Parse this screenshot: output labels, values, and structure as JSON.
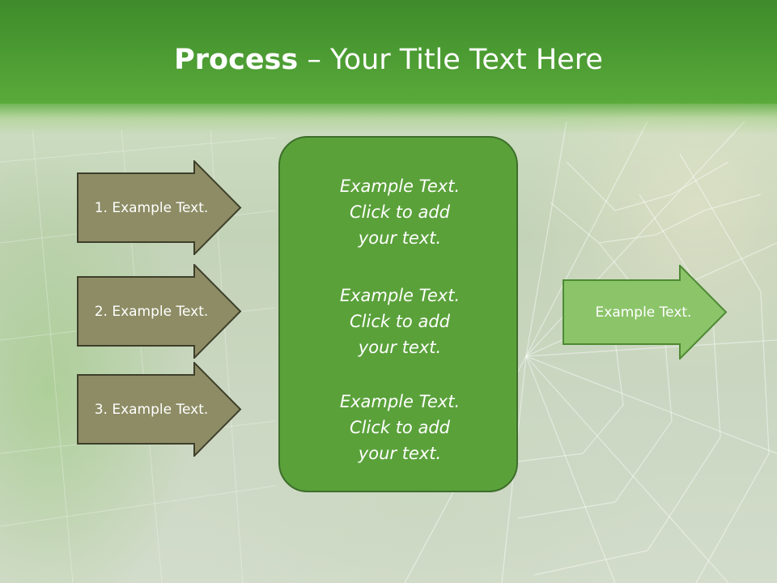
{
  "slide": {
    "title_bold": "Process",
    "title_rest": " – Your Title Text Here"
  },
  "inputs": [
    {
      "label": "1. Example Text."
    },
    {
      "label": "2. Example Text."
    },
    {
      "label": "3. Example Text."
    }
  ],
  "center": {
    "blocks": [
      {
        "line1": "Example Text.",
        "line2": "Click  to add",
        "line3": "your text."
      },
      {
        "line1": "Example Text.",
        "line2": "Click  to add",
        "line3": "your text."
      },
      {
        "line1": "Example Text.",
        "line2": "Click  to add",
        "line3": "your text."
      }
    ]
  },
  "output": {
    "label": "Example Text."
  },
  "colors": {
    "title_bar": "#4c9c33",
    "input_arrow_fill": "#8d8c65",
    "input_arrow_stroke": "#3e3f2a",
    "center_fill": "#5aa13a",
    "center_stroke": "#3d6e2b",
    "output_arrow_fill": "#8cc46a",
    "output_arrow_stroke": "#4d8a34"
  }
}
